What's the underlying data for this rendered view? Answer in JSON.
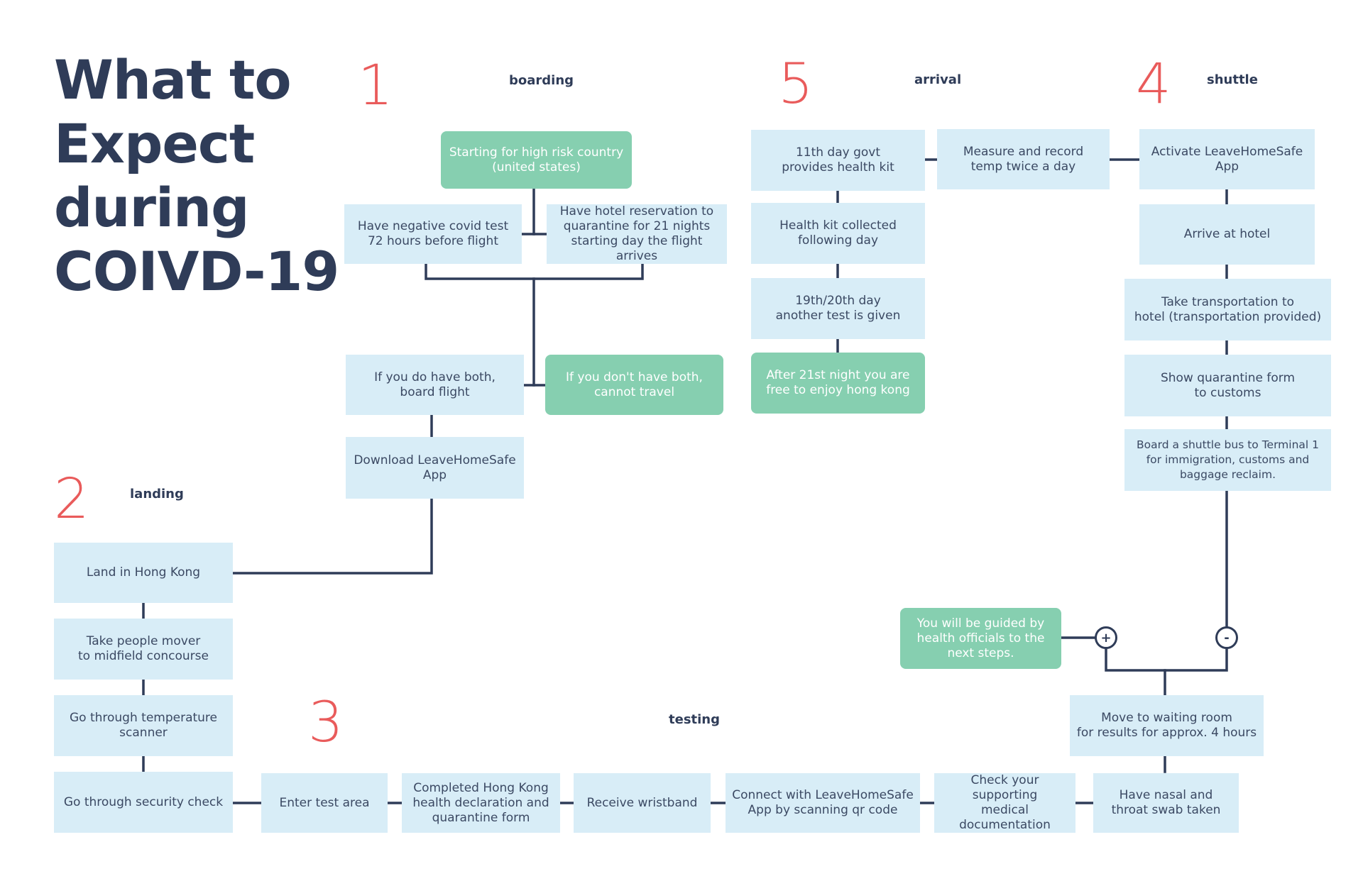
{
  "title": "What to Expect during COIVD-19",
  "sections": {
    "boarding": {
      "number": "1",
      "label": "boarding"
    },
    "landing": {
      "number": "2",
      "label": "landing"
    },
    "testing": {
      "number": "3",
      "label": "testing"
    },
    "shuttle": {
      "number": "4",
      "label": "shuttle"
    },
    "arrival": {
      "number": "5",
      "label": "arrival"
    }
  },
  "nodes": {
    "start_high_risk": "Starting for high risk country\n(united states)",
    "negative_test": "Have negative covid test\n72 hours before flight",
    "hotel_reservation": "Have hotel reservation to\nquarantine for 21 nights\nstarting day the flight arrives",
    "have_both": "If you do have both,\nboard flight",
    "dont_have_both": "If you don't have both,\ncannot travel",
    "download_app": "Download LeaveHomeSafe\nApp",
    "land_hk": "Land in Hong Kong",
    "people_mover": "Take people mover\nto midfield concourse",
    "temp_scanner": "Go through temperature\nscanner",
    "security_check": "Go through security check",
    "enter_test_area": "Enter test area",
    "completed_declaration": "Completed Hong Kong\nhealth declaration and\nquarantine form",
    "receive_wristband": "Receive wristband",
    "connect_app": "Connect with LeaveHomeSafe\nApp by scanning qr code",
    "check_docs": "Check your supporting\nmedical documentation",
    "swab": "Have nasal and\nthroat swab taken",
    "waiting_room": "Move to waiting room\nfor results for approx. 4 hours",
    "guided": "You will be guided by\nhealth officials to the\nnext steps.",
    "board_shuttle": "Board a shuttle bus to Terminal 1\nfor immigration, customs and\nbaggage reclaim.",
    "show_form": "Show quarantine form\nto customs",
    "take_transport": "Take transportation to\nhotel (transportation provided)",
    "arrive_hotel": "Arrive at hotel",
    "activate_app": "Activate LeaveHomeSafe\nApp",
    "measure_temp": "Measure and record\ntemp twice a day",
    "health_kit": "11th day govt\nprovides health kit",
    "kit_collected": "Health kit collected\nfollowing day",
    "day19_test": "19th/20th day\nanother test is given",
    "after_21": "After 21st night you are\nfree to enjoy hong kong"
  },
  "markers": {
    "positive": "+",
    "negative": "-"
  },
  "colors": {
    "line": "#2f3c58",
    "blue_box": "#d8edf7",
    "green_box": "#86cfb0",
    "number": "#e95b5b",
    "title": "#2f3c58"
  }
}
